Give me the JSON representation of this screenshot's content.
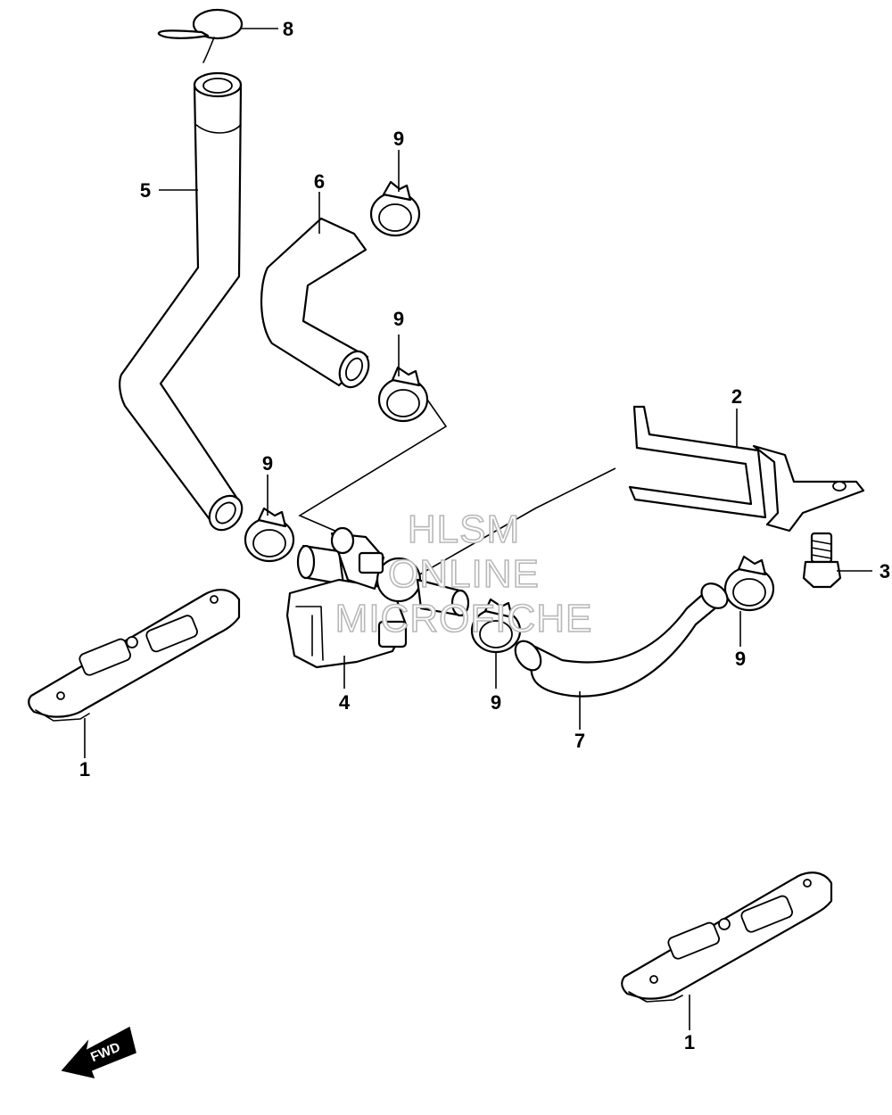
{
  "callouts": {
    "c1a": "1",
    "c1b": "1",
    "c2": "2",
    "c3": "3",
    "c4": "4",
    "c5": "5",
    "c6": "6",
    "c7": "7",
    "c8": "8",
    "c9a": "9",
    "c9b": "9",
    "c9c": "9",
    "c9d": "9",
    "c9e": "9"
  },
  "watermark": {
    "line1": "HLSM",
    "line2": "ONLINE",
    "line3": "MICROFICHE"
  },
  "fwd_label": "FWD"
}
